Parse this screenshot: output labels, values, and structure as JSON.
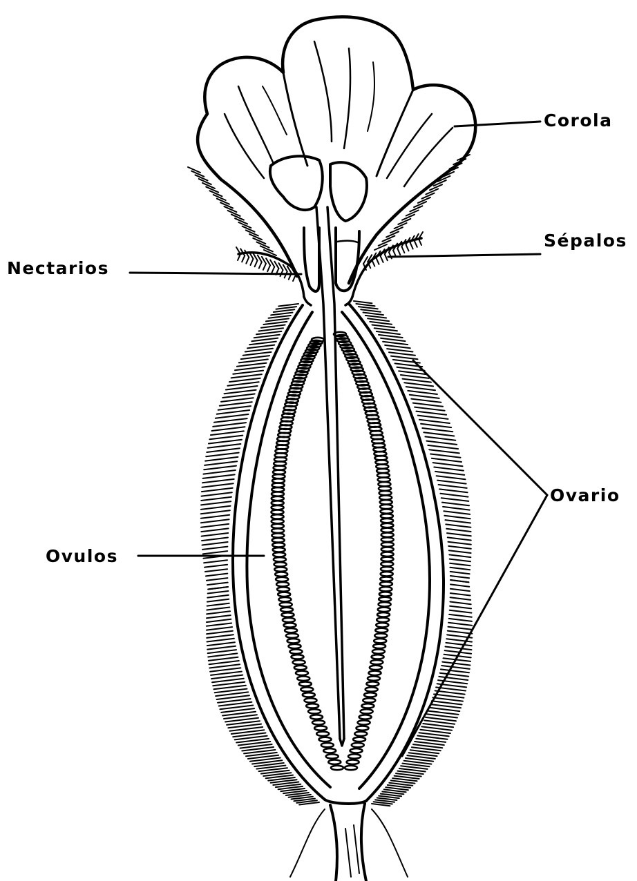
{
  "diagram": {
    "labels": {
      "corola": "Corola",
      "sepalos": "Sépalos",
      "nectarios": "Nectarios",
      "ovario": "Ovario",
      "ovulos": "Ovulos"
    },
    "colors": {
      "ink": "#000000",
      "background": "#ffffff"
    }
  }
}
